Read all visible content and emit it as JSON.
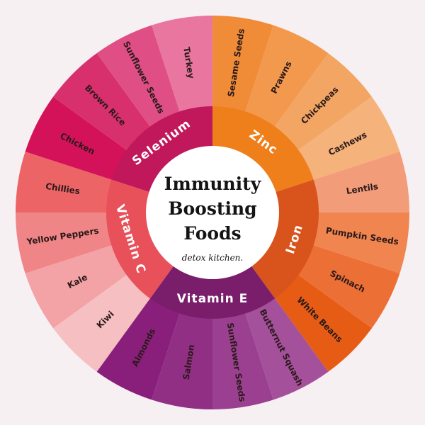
{
  "background": "#f7f0f3",
  "title_lines": [
    "Immunity",
    "Boosting",
    "Foods"
  ],
  "brand": "detox kitchen.",
  "groups": [
    {
      "name": "Zinc",
      "color": "#ef7f1a",
      "items": [
        {
          "label": "Sesame Seeds",
          "color": "#f08b38"
        },
        {
          "label": "Prawns",
          "color": "#f2994e"
        },
        {
          "label": "Chickpeas",
          "color": "#f3a663"
        },
        {
          "label": "Cashews",
          "color": "#f5b27b"
        }
      ]
    },
    {
      "name": "Iron",
      "color": "#d9541c",
      "items": [
        {
          "label": "Lentils",
          "color": "#f39c7a"
        },
        {
          "label": "Pumpkin Seeds",
          "color": "#f08550"
        },
        {
          "label": "Spinach",
          "color": "#ec6f35"
        },
        {
          "label": "White Beans",
          "color": "#e75c14"
        }
      ]
    },
    {
      "name": "Vitamin E",
      "color": "#7a1e6c",
      "items": [
        {
          "label": "Butternut Squash",
          "color": "#a4509b"
        },
        {
          "label": "Sunflower Seeds",
          "color": "#9b4090"
        },
        {
          "label": "Salmon",
          "color": "#912f85"
        },
        {
          "label": "Almonds",
          "color": "#891f7b"
        }
      ]
    },
    {
      "name": "Vitamin C",
      "color": "#e8505a",
      "items": [
        {
          "label": "Kiwi",
          "color": "#f6bfc1"
        },
        {
          "label": "Kale",
          "color": "#f3a2a5"
        },
        {
          "label": "Yellow Peppers",
          "color": "#f08587"
        },
        {
          "label": "Chillies",
          "color": "#ec6466"
        }
      ]
    },
    {
      "name": "Selenium",
      "color": "#c0185a",
      "items": [
        {
          "label": "Chicken",
          "color": "#d41259"
        },
        {
          "label": "Brown Rice",
          "color": "#d8306d"
        },
        {
          "label": "Sunflower Seeds",
          "color": "#df4f85"
        },
        {
          "label": "Turkey",
          "color": "#e8769f"
        }
      ]
    }
  ]
}
